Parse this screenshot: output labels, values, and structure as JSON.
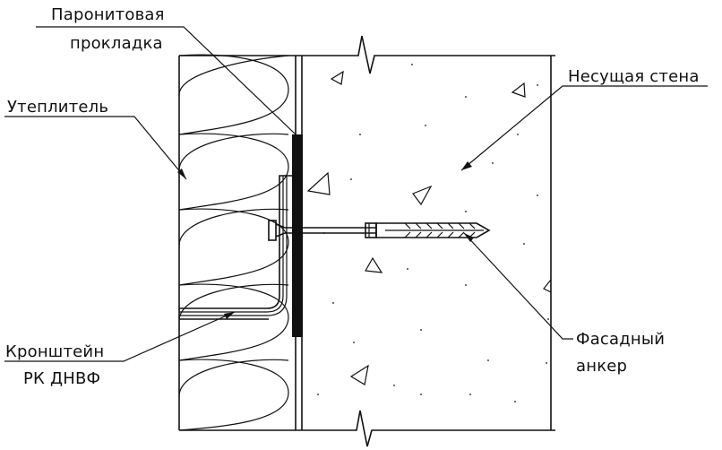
{
  "labels": {
    "gasket_line1": "Паронитовая",
    "gasket_line2": "прокладка",
    "insulation": "Утеплитель",
    "wall": "Несущая стена",
    "bracket_line1": "Кронштейн",
    "bracket_line2": "РК ДНВФ",
    "anchor_line1": "Фасадный",
    "anchor_line2": "анкер"
  }
}
